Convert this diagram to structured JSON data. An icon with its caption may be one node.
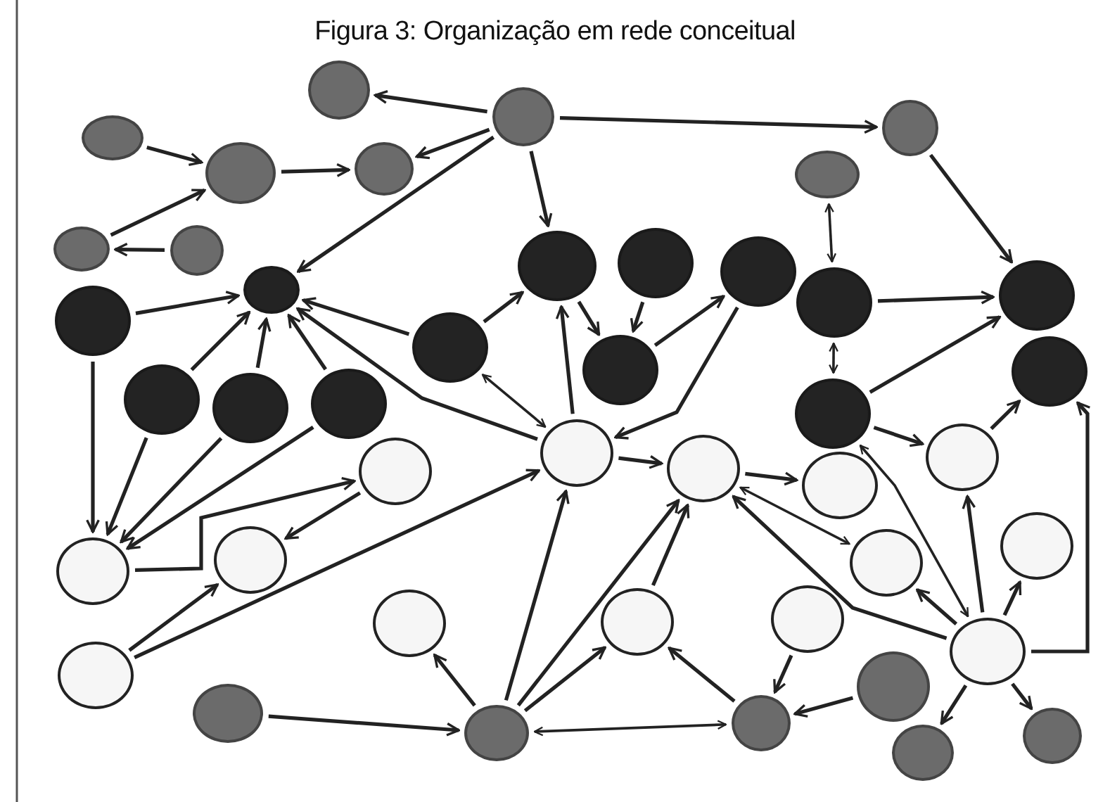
{
  "diagram": {
    "title": "Figura 3: Organização em rede conceitual",
    "nodes": [
      {
        "text": [],
        "shape": "circle"
      },
      {
        "text": [],
        "shape": "circle"
      },
      {
        "text": [],
        "shape": "circle"
      },
      {
        "text": [],
        "shape": "circle"
      },
      {
        "text": [],
        "shape": "circle"
      },
      {
        "text": [],
        "shape": "circle"
      },
      {
        "text": [],
        "shape": "circle"
      },
      {
        "text": [],
        "shape": "circle"
      },
      {
        "text": [],
        "shape": "circle"
      },
      {
        "text": [],
        "shape": "circle"
      },
      {
        "text": [],
        "shape": "circle"
      },
      {
        "text": [],
        "shape": "circle"
      },
      {
        "text": [],
        "shape": "circle"
      },
      {
        "text": [],
        "shape": "circle"
      },
      {
        "text": [],
        "shape": "circle"
      },
      {
        "text": [],
        "shape": "circle"
      },
      {
        "text": [],
        "shape": "circle"
      },
      {
        "text": [],
        "shape": "circle"
      },
      {
        "text": [],
        "shape": "circle"
      },
      {
        "text": [],
        "shape": "circle"
      },
      {
        "text": [],
        "shape": "circle"
      },
      {
        "text": [],
        "shape": "circle"
      },
      {
        "text": [],
        "shape": "circle"
      },
      {
        "text": [],
        "shape": "circle"
      },
      {
        "text": [],
        "shape": "circle"
      },
      {
        "text": [],
        "shape": "circle"
      },
      {
        "text": [],
        "shape": "circle"
      },
      {
        "text": [],
        "shape": "circle"
      },
      {
        "text": [],
        "shape": "circle"
      },
      {
        "text": [],
        "shape": "circle"
      },
      {
        "text": [],
        "shape": "circle"
      },
      {
        "text": [],
        "shape": "circle"
      },
      {
        "text": [],
        "shape": "circle"
      },
      {
        "text": [],
        "shape": "circle"
      },
      {
        "text": [],
        "shape": "circle"
      },
      {
        "text": [],
        "shape": "circle"
      },
      {
        "text": [],
        "shape": "circle"
      },
      {
        "text": [],
        "shape": "circle"
      },
      {
        "text": [],
        "shape": "circle"
      },
      {
        "text": [],
        "shape": "circle"
      },
      {
        "text": [],
        "shape": "circle"
      },
      {
        "text": [],
        "shape": "circle"
      },
      {
        "text": [],
        "shape": "circle"
      }
    ],
    "edges": [
      {
        "from": 1,
        "to": 0,
        "arrow": "to"
      },
      {
        "from": 1,
        "to": 4,
        "arrow": "to"
      },
      {
        "from": 1,
        "to": 7,
        "arrow": "to"
      },
      {
        "from": 1,
        "to": 10,
        "arrow": "to"
      },
      {
        "from": 1,
        "to": 11,
        "arrow": "to"
      },
      {
        "from": 2,
        "to": 3,
        "arrow": "to"
      },
      {
        "from": 5,
        "to": 3,
        "arrow": "to"
      },
      {
        "from": 6,
        "to": 5,
        "arrow": "to"
      },
      {
        "from": 3,
        "to": 4,
        "arrow": "to"
      },
      {
        "from": 7,
        "to": 15,
        "arrow": "to"
      },
      {
        "from": 8,
        "to": 14,
        "arrow": "both"
      },
      {
        "from": 14,
        "to": 22,
        "arrow": "both"
      },
      {
        "from": 14,
        "to": 15,
        "arrow": "to"
      },
      {
        "from": 22,
        "to": 15,
        "arrow": "to"
      },
      {
        "from": 9,
        "to": 10,
        "arrow": "to"
      },
      {
        "from": 19,
        "to": 10,
        "arrow": "to"
      },
      {
        "from": 20,
        "to": 10,
        "arrow": "to"
      },
      {
        "from": 21,
        "to": 10,
        "arrow": "to"
      },
      {
        "from": 16,
        "to": 10,
        "arrow": "to"
      },
      {
        "from": 16,
        "to": 11,
        "arrow": "to"
      },
      {
        "from": 11,
        "to": 17,
        "arrow": "to"
      },
      {
        "from": 12,
        "to": 17,
        "arrow": "to"
      },
      {
        "from": 17,
        "to": 13,
        "arrow": "to"
      },
      {
        "from": 13,
        "to": 24,
        "arrow": "to"
      },
      {
        "from": 24,
        "to": 11,
        "arrow": "to"
      },
      {
        "from": 16,
        "to": 24,
        "arrow": "both"
      },
      {
        "from": 24,
        "to": 10,
        "arrow": "to"
      },
      {
        "from": 27,
        "to": 18,
        "arrow": "to"
      },
      {
        "from": 36,
        "to": 18,
        "arrow": "to"
      },
      {
        "from": 9,
        "to": 28,
        "arrow": "to"
      },
      {
        "from": 19,
        "to": 28,
        "arrow": "to"
      },
      {
        "from": 20,
        "to": 28,
        "arrow": "to"
      },
      {
        "from": 21,
        "to": 28,
        "arrow": "to"
      },
      {
        "from": 28,
        "to": 23,
        "arrow": "to"
      },
      {
        "from": 23,
        "to": 29,
        "arrow": "to"
      },
      {
        "from": 35,
        "to": 29,
        "arrow": "to"
      },
      {
        "from": 35,
        "to": 24,
        "arrow": "to"
      },
      {
        "from": 37,
        "to": 38,
        "arrow": "to"
      },
      {
        "from": 38,
        "to": 32,
        "arrow": "to"
      },
      {
        "from": 38,
        "to": 24,
        "arrow": "to"
      },
      {
        "from": 38,
        "to": 25,
        "arrow": "to"
      },
      {
        "from": 38,
        "to": 33,
        "arrow": "to"
      },
      {
        "from": 33,
        "to": 25,
        "arrow": "to"
      },
      {
        "from": 38,
        "to": 39,
        "arrow": "both"
      },
      {
        "from": 39,
        "to": 33,
        "arrow": "to"
      },
      {
        "from": 34,
        "to": 39,
        "arrow": "to"
      },
      {
        "from": 40,
        "to": 39,
        "arrow": "to"
      },
      {
        "from": 36,
        "to": 41,
        "arrow": "to"
      },
      {
        "from": 36,
        "to": 42,
        "arrow": "to"
      },
      {
        "from": 24,
        "to": 25,
        "arrow": "to"
      },
      {
        "from": 25,
        "to": 26,
        "arrow": "to"
      },
      {
        "from": 25,
        "to": 30,
        "arrow": "both"
      },
      {
        "from": 36,
        "to": 25,
        "arrow": "to"
      },
      {
        "from": 22,
        "to": 36,
        "arrow": "both"
      },
      {
        "from": 22,
        "to": 27,
        "arrow": "to"
      },
      {
        "from": 36,
        "to": 27,
        "arrow": "to"
      },
      {
        "from": 36,
        "to": 30,
        "arrow": "to"
      },
      {
        "from": 36,
        "to": 31,
        "arrow": "to"
      }
    ]
  }
}
